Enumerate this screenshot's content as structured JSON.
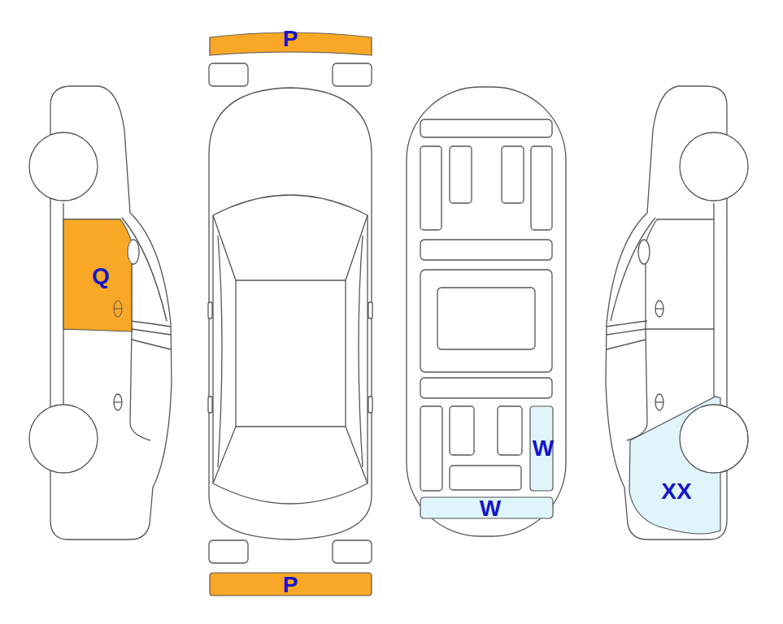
{
  "diagram": {
    "nodes": [
      {
        "text": [
          "P"
        ]
      },
      {
        "text": [
          "Q"
        ]
      },
      {
        "text": [
          "W"
        ]
      },
      {
        "text": [
          "XX"
        ]
      },
      {
        "text": [
          "W"
        ]
      },
      {
        "text": [
          "P"
        ]
      }
    ]
  }
}
